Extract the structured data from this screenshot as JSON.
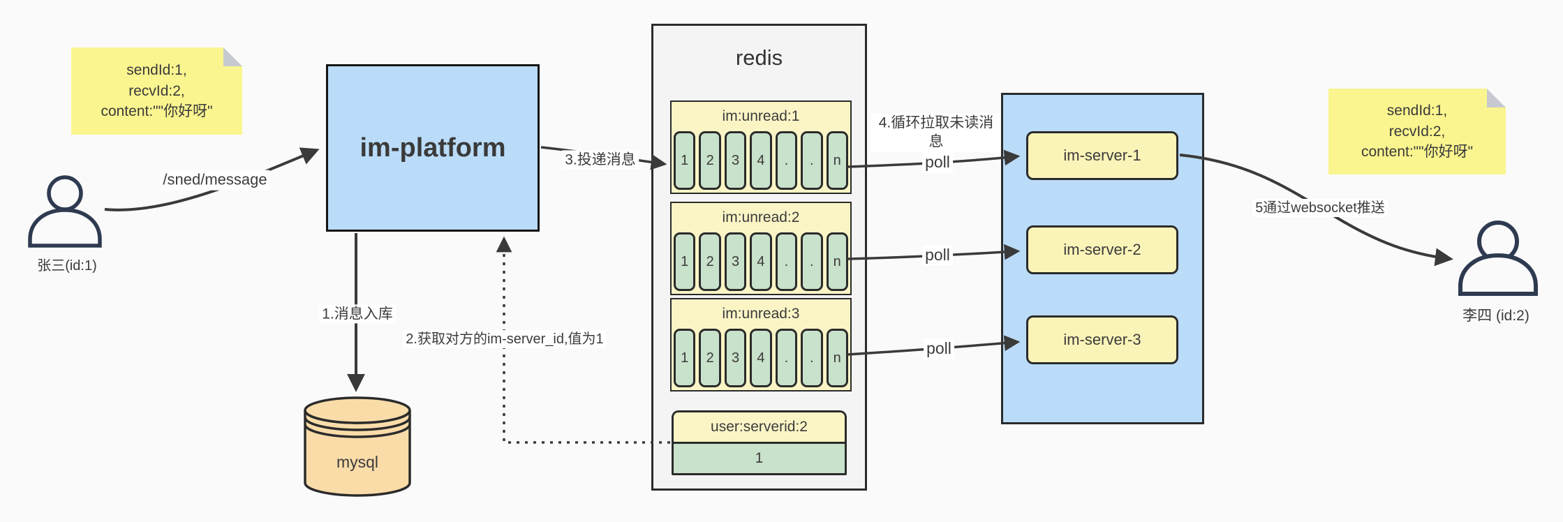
{
  "sticky_notes": {
    "left": {
      "text": "sendId:1,\nrecvId:2,\ncontent:\"\"你好呀\""
    },
    "right": {
      "text": "sendId:1,\nrecvId:2,\ncontent:\"\"你好呀\""
    }
  },
  "actors": {
    "sender": {
      "label": "张三(id:1)"
    },
    "receiver": {
      "label": "李四 (id:2)"
    }
  },
  "platform": {
    "label": "im-platform"
  },
  "database": {
    "label": "mysql"
  },
  "redis": {
    "title": "redis",
    "queues": [
      {
        "name": "im:unread:1",
        "cells": [
          "1",
          "2",
          "3",
          "4",
          ".",
          ".",
          "n"
        ]
      },
      {
        "name": "im:unread:2",
        "cells": [
          "1",
          "2",
          "3",
          "4",
          ".",
          ".",
          "n"
        ]
      },
      {
        "name": "im:unread:3",
        "cells": [
          "1",
          "2",
          "3",
          "4",
          ".",
          ".",
          "n"
        ]
      }
    ],
    "kv": {
      "key": "user:serverid:2",
      "value": "1"
    }
  },
  "servers": [
    {
      "label": "im-server-1"
    },
    {
      "label": "im-server-2"
    },
    {
      "label": "im-server-3"
    }
  ],
  "edges": {
    "send": "/sned/message",
    "store": "1.消息入库",
    "get_server_id": "2.获取对方的im-server_id,值为1",
    "deliver": "3.投递消息",
    "poll_loop": "4.循环拉取未读消息",
    "poll": "poll",
    "push": "5通过websocket推送"
  },
  "colors": {
    "node_blue": "#BADCF8",
    "note_yellow": "#FAF58F",
    "queue_yellow": "#FBF5C6",
    "cell_green": "#C9E2CB",
    "db_tan": "#FADCA9",
    "redis_gray": "#F4F4F5",
    "stroke_dark": "#2B2B2B",
    "arrow": "#3A3A3A",
    "person_navy": "#2E3A50"
  }
}
